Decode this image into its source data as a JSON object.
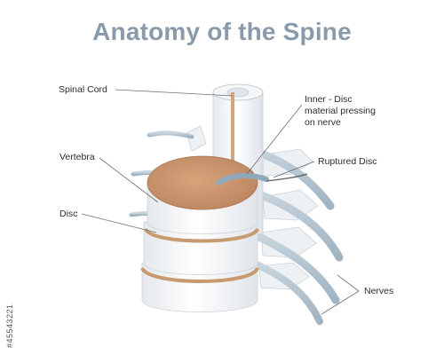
{
  "title": "Anatomy of the Spine",
  "labels": {
    "spinal_cord": "Spinal Cord",
    "vertebra": "Vertebra",
    "disc": "Disc",
    "inner_disc": [
      "Inner - Disc",
      "material pressing",
      "on nerve"
    ],
    "ruptured_disc": "Ruptured Disc",
    "nerves": "Nerves"
  },
  "stock_id": "#45543221",
  "colors": {
    "title": "#8a9aab",
    "vertebra_top": "#c8926a",
    "disc_band": "#c89a70",
    "bone": "#f2f4f6",
    "nerve": "#b5c6d2",
    "leader": "#6e6e6e"
  }
}
